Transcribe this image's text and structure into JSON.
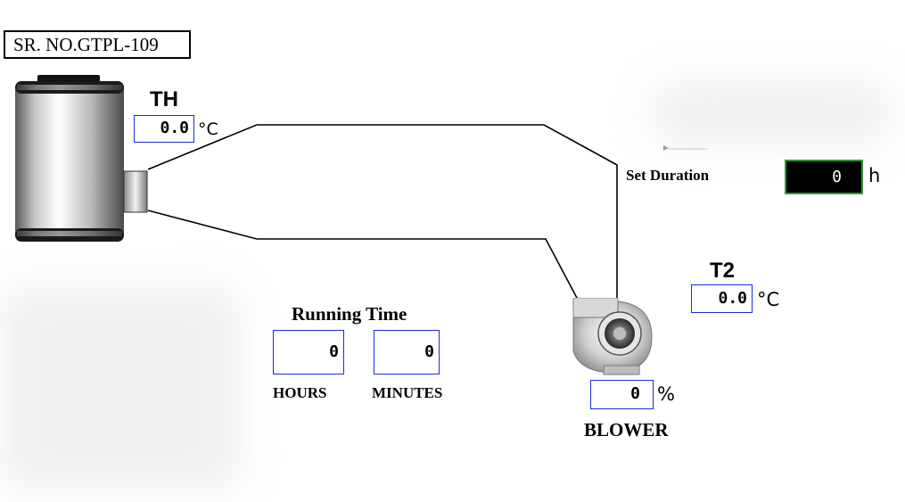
{
  "header": {
    "serial_no": "SR. NO.GTPL-109"
  },
  "heater": {
    "label": "TH",
    "value": "0.0",
    "unit": "°C"
  },
  "duration": {
    "label": "Set Duration",
    "value": "0",
    "unit": "h"
  },
  "outlet": {
    "label": "T2",
    "value": "0.0",
    "unit": "°C"
  },
  "running_time": {
    "title": "Running Time",
    "hours_value": "0",
    "hours_label": "HOURS",
    "minutes_value": "0",
    "minutes_label": "MINUTES"
  },
  "blower": {
    "value": "0",
    "unit": "%",
    "label": "BLOWER"
  },
  "colors": {
    "box_border": "#1d2bd8",
    "duration_border": "#2c9a3a",
    "duration_bg": "#000000"
  }
}
